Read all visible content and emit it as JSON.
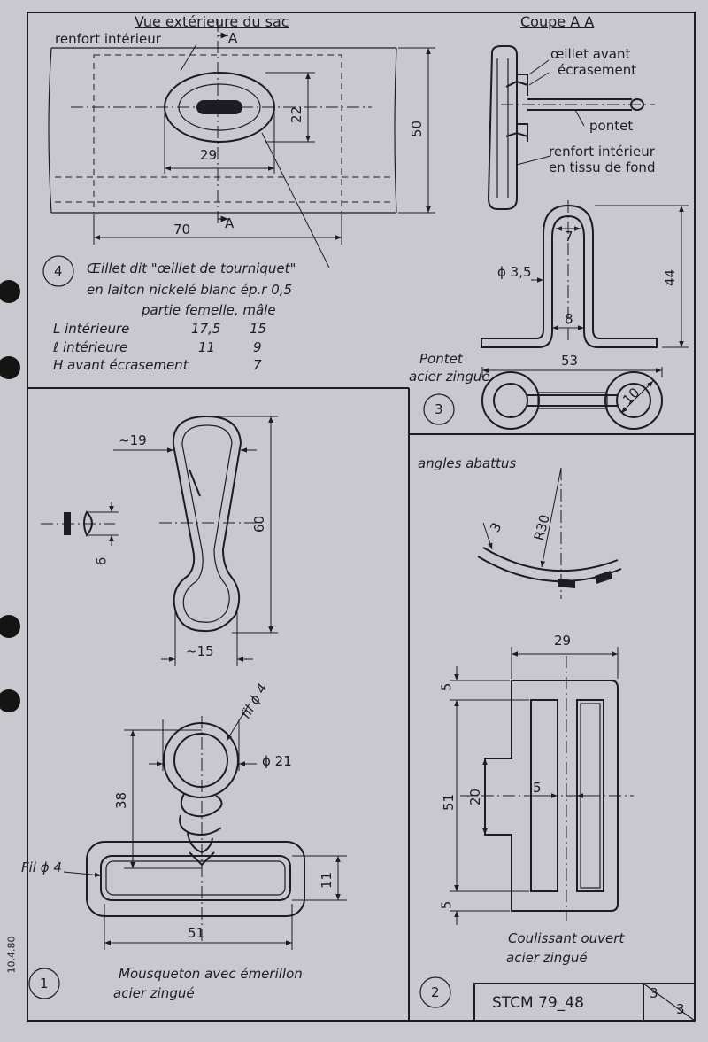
{
  "panel4": {
    "top_title": "Vue extérieure du sac",
    "section_title": "Coupe A A",
    "callout_renfort": "renfort intérieur",
    "section_mark_top": "A",
    "section_mark_bottom": "A",
    "dim_22": "22",
    "dim_29": "29",
    "dim_50": "50",
    "dim_70": "70",
    "label_oeillet_avant": "œillet avant",
    "label_ecrasement": "écrasement",
    "label_pontet": "pontet",
    "label_renfort_line1": "renfort intérieur",
    "label_renfort_line2": "en tissu de fond",
    "number": "4",
    "desc_line1": "Œillet dit \"œillet de tourniquet\"",
    "desc_line2": "en laiton nickelé blanc ép.r 0,5",
    "table_header": "partie femelle, mâle",
    "rows": [
      {
        "label": "L intérieure",
        "femelle": "17,5",
        "male": "15"
      },
      {
        "label": "ℓ intérieure",
        "femelle": "11",
        "male": "9"
      },
      {
        "label": "H avant écrasement",
        "femelle": "",
        "male": "7"
      }
    ]
  },
  "panel3": {
    "number": "3",
    "title_line1": "Pontet",
    "title_line2": "acier zingué",
    "dim_7": "7",
    "dim_d35": "ϕ 3,5",
    "dim_8": "8",
    "dim_44": "44",
    "dim_53": "53",
    "dim_10": "10"
  },
  "panel1": {
    "number": "1",
    "dim_19": "~19",
    "dim_60": "60",
    "dim_15": "~15",
    "dim_6": "6",
    "dim_fil4": "fil ϕ 4",
    "dim_d21": "ϕ 21",
    "dim_38": "38",
    "dim_fil4b": "Fil ϕ 4",
    "dim_11": "11",
    "dim_51": "51",
    "caption_line1": "Mousqueton avec émerillon",
    "caption_line2": "acier zingué",
    "date": "10.4.80"
  },
  "panel2": {
    "number": "2",
    "note": "angles abattus",
    "dim_3": "3",
    "dim_r30": "R30",
    "dim_29": "29",
    "dim_5a": "5",
    "dim_51": "51",
    "dim_20": "20",
    "dim_5b": "5",
    "dim_5c": "5",
    "caption_line1": "Coulissant ouvert",
    "caption_line2": "acier zingué"
  },
  "titleblock": {
    "ref": "STCM 79_48",
    "sheet_num": "3",
    "sheet_total": "3"
  }
}
